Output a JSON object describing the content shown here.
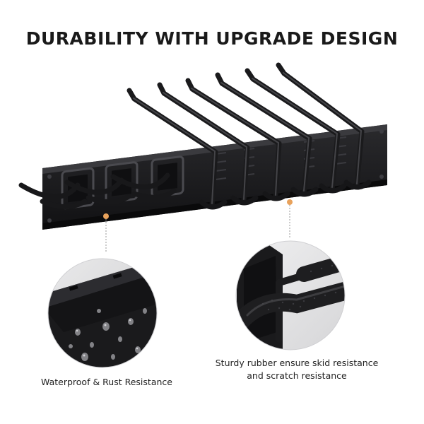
{
  "headline": "DURABILITY WITH UPGRADE DESIGN",
  "features": [
    {
      "label": "Waterproof & Rust Resistance",
      "icon": "water-droplets-detail"
    },
    {
      "label_lines": [
        "Sturdy rubber ensure skid resistance",
        "and scratch resistance"
      ],
      "icon": "rubber-coated-hook-detail"
    }
  ],
  "colors": {
    "rack": "#1c1c1e",
    "rack_shadow": "#0c0c0d",
    "callout_dot": "#e8a25c",
    "callout_line": "#9a9a9a",
    "text": "#1a1a1a"
  }
}
